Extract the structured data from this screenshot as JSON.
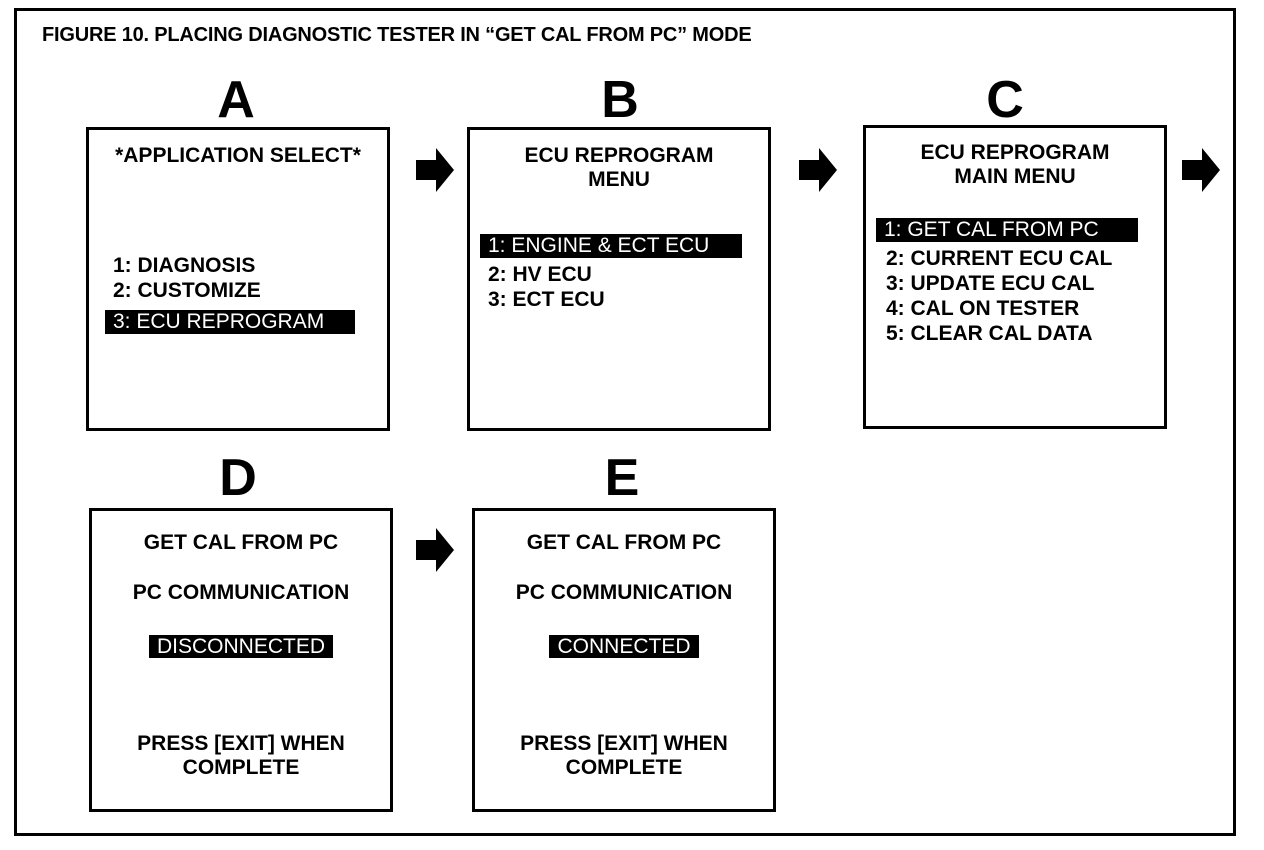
{
  "figure_title": "FIGURE 10.  PLACING DIAGNOSTIC TESTER IN “GET CAL FROM PC” MODE",
  "panels": {
    "a": {
      "letter": "A",
      "header": "*APPLICATION SELECT*",
      "items": [
        "1:  DIAGNOSIS",
        "2:  CUSTOMIZE",
        "3:  ECU REPROGRAM"
      ]
    },
    "b": {
      "letter": "B",
      "header_line1": "ECU REPROGRAM",
      "header_line2": "MENU",
      "items": [
        "1:  ENGINE & ECT ECU",
        "2:  HV ECU",
        "3:  ECT ECU"
      ]
    },
    "c": {
      "letter": "C",
      "header_line1": "ECU REPROGRAM",
      "header_line2": "MAIN MENU",
      "items": [
        "1:  GET CAL FROM PC",
        "2:  CURRENT ECU CAL",
        "3:  UPDATE ECU CAL",
        "4:  CAL ON TESTER",
        "5:  CLEAR CAL DATA"
      ]
    },
    "d": {
      "letter": "D",
      "title": "GET CAL FROM PC",
      "subtitle": "PC COMMUNICATION",
      "status": "DISCONNECTED",
      "footer_line1": "PRESS [EXIT] WHEN",
      "footer_line2": "COMPLETE"
    },
    "e": {
      "letter": "E",
      "title": "GET CAL FROM PC",
      "subtitle": "PC COMMUNICATION",
      "status": "CONNECTED",
      "footer_line1": "PRESS [EXIT] WHEN",
      "footer_line2": "COMPLETE"
    }
  },
  "arrow_icon": "right-arrow-icon",
  "colors": {
    "ink": "#000000",
    "paper": "#ffffff"
  }
}
